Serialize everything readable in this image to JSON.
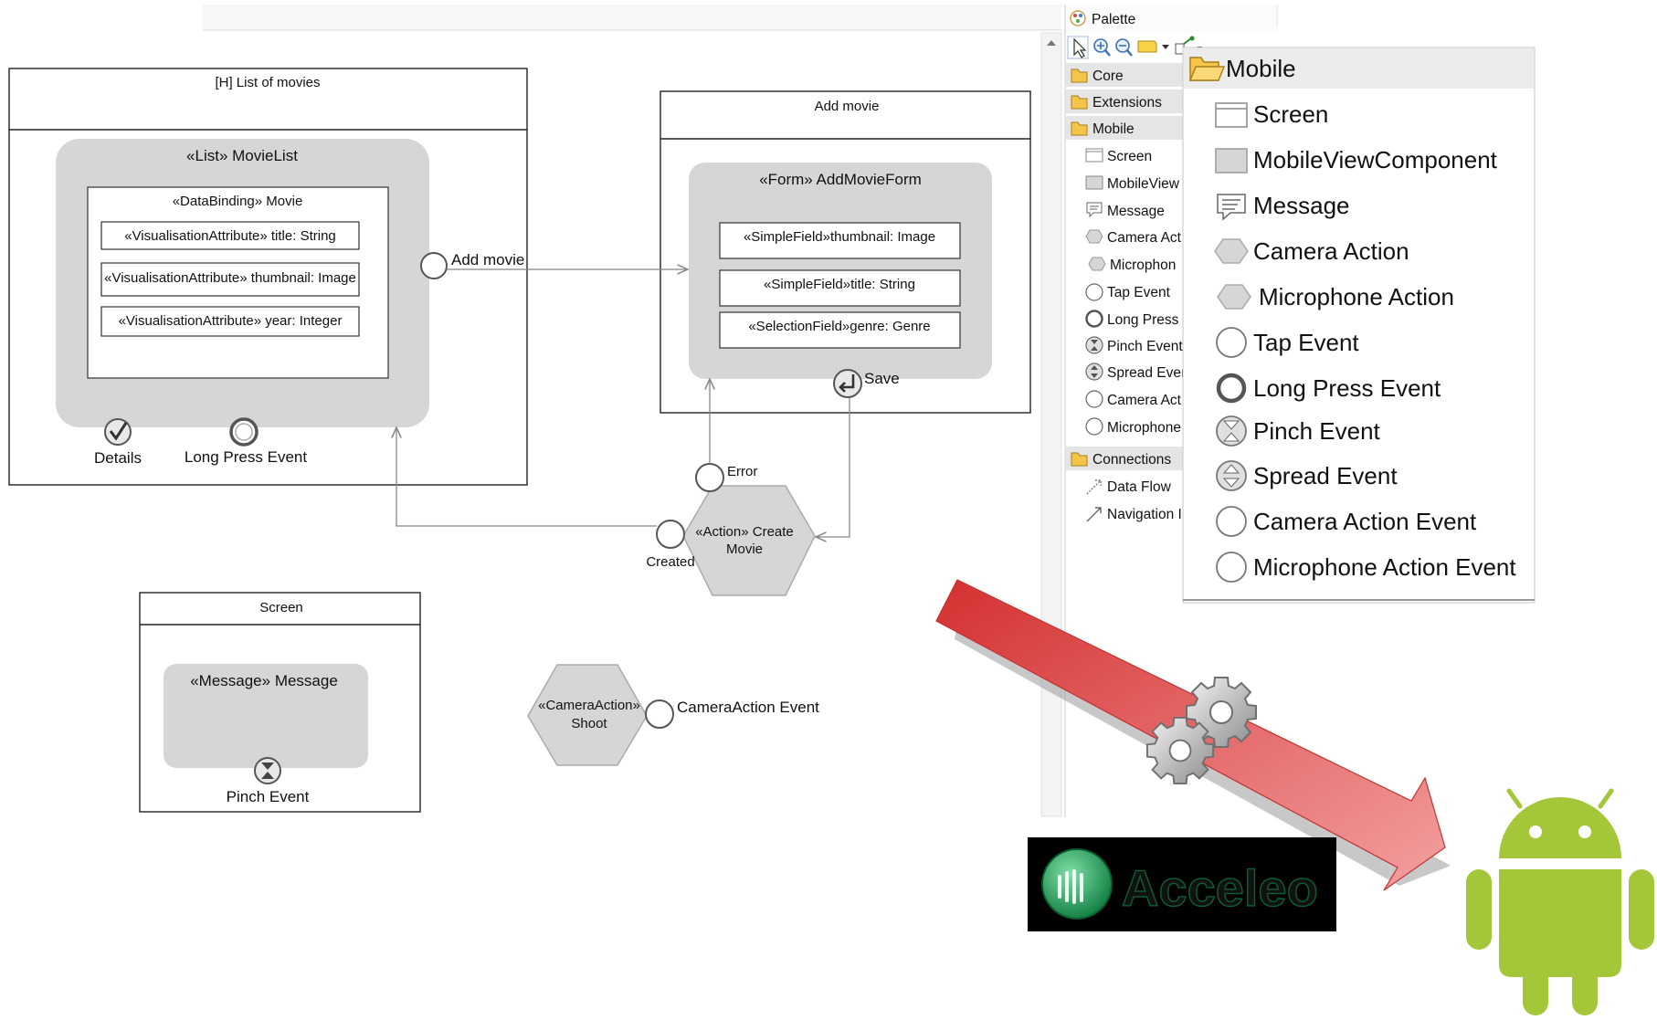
{
  "diagram": {
    "list_screen": {
      "title": "[H] List of movies",
      "list_label": "«List» MovieList",
      "databinding_label": "«DataBinding»  Movie",
      "attributes": [
        "«VisualisationAttribute»  title: String",
        "«VisualisationAttribute»  thumbnail: Image",
        "«VisualisationAttribute»  year: Integer"
      ],
      "event_details": "Details",
      "event_long_press": "Long Press Event",
      "event_add_movie": "Add movie"
    },
    "add_screen": {
      "title": "Add movie",
      "form_label": "«Form» AddMovieForm",
      "fields": [
        "«SimpleField»thumbnail: Image",
        "«SimpleField»title: String",
        "«SelectionField»genre: Genre"
      ],
      "event_save": "Save"
    },
    "action_create": {
      "label_line1": "«Action» Create",
      "label_line2": "Movie",
      "event_error": "Error",
      "event_created": "Created"
    },
    "message_screen": {
      "title": "Screen",
      "message_label": "«Message» Message",
      "event_pinch": "Pinch Event"
    },
    "camera_action": {
      "label_line1": "«CameraAction»",
      "label_line2": "Shoot",
      "event_label": "CameraAction Event"
    }
  },
  "palette": {
    "title": "Palette",
    "tools": [
      "select-icon",
      "zoom-in-icon",
      "zoom-out-icon",
      "note-icon",
      "dropdown-icon",
      "connection-icon",
      "minimize-icon"
    ],
    "groups": [
      {
        "label": "Core",
        "icon": "folder-icon"
      },
      {
        "label": "Extensions",
        "icon": "folder-icon"
      },
      {
        "label": "Mobile",
        "icon": "folder-icon"
      }
    ],
    "mobile_items": [
      {
        "label": "Screen",
        "icon": "screen-icon"
      },
      {
        "label": "MobileView",
        "icon": "view-component-icon"
      },
      {
        "label": "Message",
        "icon": "message-icon"
      },
      {
        "label": "Camera Act",
        "icon": "hexagon-icon"
      },
      {
        "label": "Microphon",
        "icon": "hexagon-icon"
      },
      {
        "label": "Tap Event",
        "icon": "circle-icon"
      },
      {
        "label": "Long Press I",
        "icon": "thick-circle-icon"
      },
      {
        "label": "Pinch Event",
        "icon": "pinch-icon"
      },
      {
        "label": "Spread Even",
        "icon": "spread-icon"
      },
      {
        "label": "Camera Act",
        "icon": "circle-icon"
      },
      {
        "label": "Microphone",
        "icon": "circle-icon"
      }
    ],
    "connections_label": "Connections",
    "connection_items": [
      {
        "label": "Data Flow",
        "icon": "arrow-icon"
      },
      {
        "label": "Navigation I",
        "icon": "arrow-icon"
      }
    ]
  },
  "zoom_panel": {
    "header": "Mobile",
    "items": [
      {
        "label": "Screen",
        "icon": "screen-icon"
      },
      {
        "label": "MobileViewComponent",
        "icon": "view-component-icon"
      },
      {
        "label": "Message",
        "icon": "message-icon"
      },
      {
        "label": "Camera Action",
        "icon": "hexagon-icon"
      },
      {
        "label": "Microphone Action",
        "icon": "hexagon-icon"
      },
      {
        "label": "Tap Event",
        "icon": "circle-icon"
      },
      {
        "label": "Long Press Event",
        "icon": "thick-circle-icon"
      },
      {
        "label": "Pinch Event",
        "icon": "pinch-icon"
      },
      {
        "label": "Spread Event",
        "icon": "spread-icon"
      },
      {
        "label": "Camera Action Event",
        "icon": "circle-icon"
      },
      {
        "label": "Microphone Action Event",
        "icon": "circle-icon"
      }
    ]
  },
  "logo": {
    "text": "Acceleo"
  },
  "colors": {
    "node_gray": "#d6d6d6",
    "arrow_red": "#dd3c3c",
    "android_green": "#a4c639",
    "logo_green": "#1e9a57",
    "folder_yellow": "#f5c54a"
  }
}
